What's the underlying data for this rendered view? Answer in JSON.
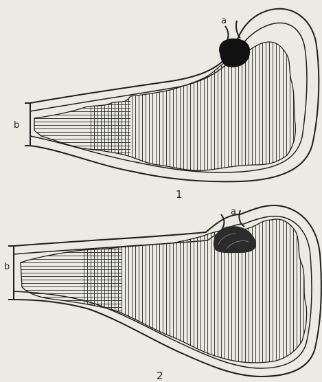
{
  "figure": {
    "diagrams": [
      {
        "number": "1",
        "label_a": "a",
        "label_b": "b"
      },
      {
        "number": "2",
        "label_a": "a",
        "label_b": "b"
      }
    ],
    "colors": {
      "paper": "#ebebe3",
      "ink": "#1e1e1e",
      "dark_mass": "#111111"
    }
  }
}
